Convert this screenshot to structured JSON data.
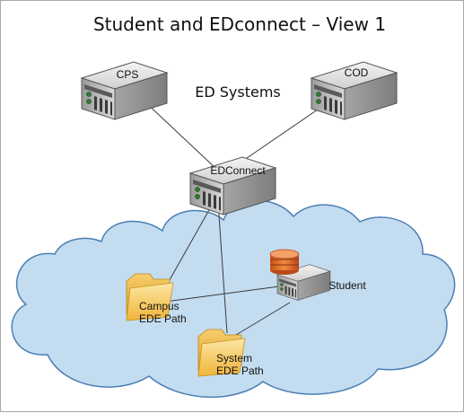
{
  "diagram": {
    "title": "Student and EDconnect – View 1",
    "group_label": "ED Systems",
    "nodes": {
      "cps": {
        "label": "CPS",
        "icon": "server-icon"
      },
      "cod": {
        "label": "COD",
        "icon": "server-icon"
      },
      "edconnect": {
        "label": "EDConnect",
        "icon": "server-icon"
      },
      "student": {
        "label": "Student",
        "icon": "database-server-icon"
      },
      "campus_path": {
        "label_line1": "Campus",
        "label_line2": "EDE Path",
        "icon": "folder-icon"
      },
      "system_path": {
        "label_line1": "System",
        "label_line2": "EDE Path",
        "icon": "folder-icon"
      }
    },
    "colors": {
      "cloud_fill": "#c4dcf0",
      "cloud_stroke": "#4a7fb5",
      "folder": "#f5c24f",
      "database": "#e8742c",
      "server": "#c8c8c8"
    }
  }
}
